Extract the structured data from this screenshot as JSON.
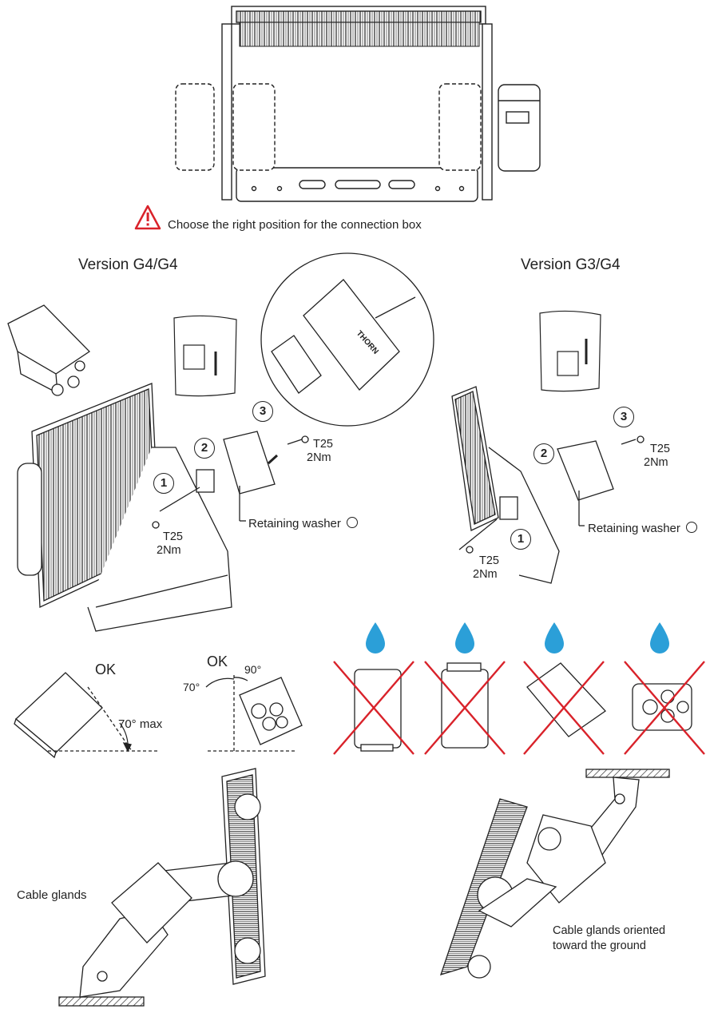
{
  "warning": {
    "text": "Choose the right position for the connection box"
  },
  "versions": {
    "left_title": "Version G4/G4",
    "right_title": "Version G3/G4"
  },
  "brand": "THORN",
  "steps": {
    "s1": "1",
    "s2": "2",
    "s3": "3"
  },
  "torque": {
    "line1": "T25",
    "line2": "2Nm"
  },
  "retaining_washer": "Retaining washer",
  "angles": {
    "ok": "OK",
    "max70": "70° max",
    "deg70": "70°",
    "deg90": "90°"
  },
  "mounting": {
    "cable_glands": "Cable glands",
    "cable_glands_ground_line1": "Cable glands oriented",
    "cable_glands_ground_line2": "toward the ground"
  },
  "colors": {
    "cross": "#d9222a",
    "drop": "#2b9fd8",
    "warning": "#d9222a"
  }
}
